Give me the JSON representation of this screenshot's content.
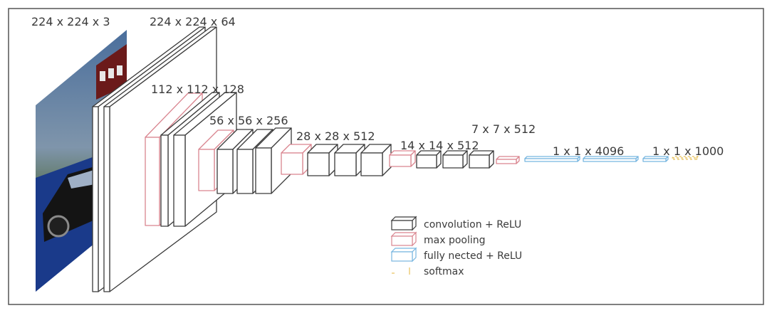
{
  "diagram": {
    "colors": {
      "conv": "#3a3a3a",
      "pool": "#d9858f",
      "fc": "#78b6e0",
      "softmax": "#e8c15a",
      "frame": "#555555"
    },
    "dimension_labels": [
      {
        "id": "input",
        "text": "224 x 224 x 3"
      },
      {
        "id": "block1",
        "text": "224 x 224 x 64"
      },
      {
        "id": "block2",
        "text": "112 x 112 x 128"
      },
      {
        "id": "block3",
        "text": "56 x 56 x 256"
      },
      {
        "id": "block4",
        "text": "28 x 28 x 512"
      },
      {
        "id": "block5",
        "text": "14 x 14 x 512"
      },
      {
        "id": "pool5",
        "text": "7 x 7 x 512"
      },
      {
        "id": "fc",
        "text": "1 x 1 x 4096"
      },
      {
        "id": "out",
        "text": "1 x 1 x 1000"
      }
    ],
    "legend": [
      {
        "kind": "conv",
        "label": "convolution + ReLU",
        "color": "#3a3a3a"
      },
      {
        "kind": "pool",
        "label": "max pooling",
        "color": "#d9858f"
      },
      {
        "kind": "fc",
        "label": "fully nected + ReLU",
        "color": "#78b6e0"
      },
      {
        "kind": "softmax",
        "label": "softmax",
        "color": "#e8c15a"
      }
    ],
    "input_image": "photo-of-dark-car"
  }
}
